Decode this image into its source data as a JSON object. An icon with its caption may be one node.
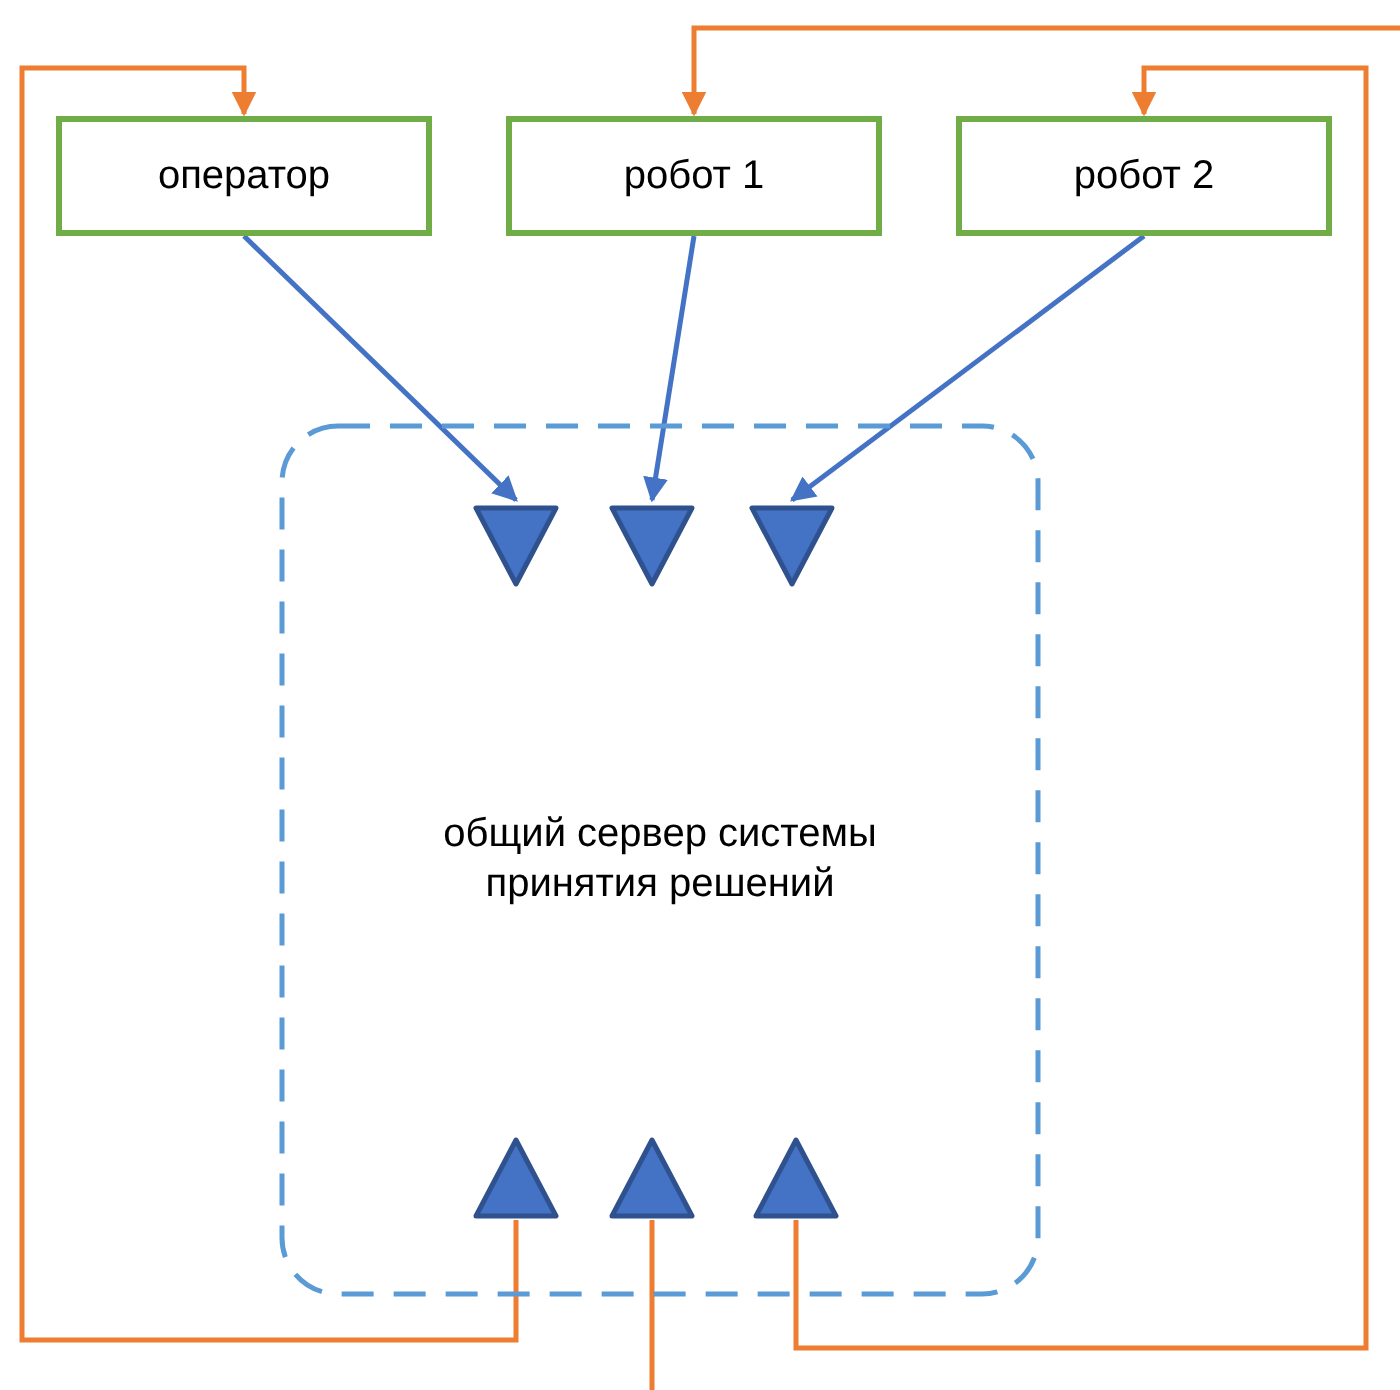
{
  "diagram": {
    "nodes": [
      {
        "text": [
          "оператор"
        ]
      },
      {
        "text": [
          "робот 1"
        ]
      },
      {
        "text": [
          "робот 2"
        ]
      },
      {
        "text": [
          "общий сервер системы принятия решений"
        ]
      },
      {
        "text": [],
        "shape": "triangle",
        "in": 3
      },
      {
        "text": [],
        "shape": "triangle",
        "in": 3
      },
      {
        "text": [],
        "shape": "triangle",
        "in": 3
      },
      {
        "text": [],
        "shape": "triangle",
        "in": 3
      },
      {
        "text": [],
        "shape": "triangle",
        "in": 3
      },
      {
        "text": [],
        "shape": "triangle",
        "in": 3
      }
    ],
    "edges": [
      {
        "from": 0,
        "to": 4,
        "arrow": "to",
        "color": "#4472c4"
      },
      {
        "from": 1,
        "to": 5,
        "arrow": "to",
        "color": "#4472c4"
      },
      {
        "from": 2,
        "to": 6,
        "arrow": "to",
        "color": "#4472c4"
      },
      {
        "from": 7,
        "to": 0,
        "arrow": "to",
        "color": "#ed7d31"
      },
      {
        "from": 8,
        "to": null,
        "arrow": "none",
        "color": "#ed7d31"
      },
      {
        "from": null,
        "to": 1,
        "arrow": "to",
        "color": "#ed7d31"
      },
      {
        "from": 9,
        "to": 2,
        "arrow": "to",
        "color": "#ed7d31"
      }
    ]
  }
}
